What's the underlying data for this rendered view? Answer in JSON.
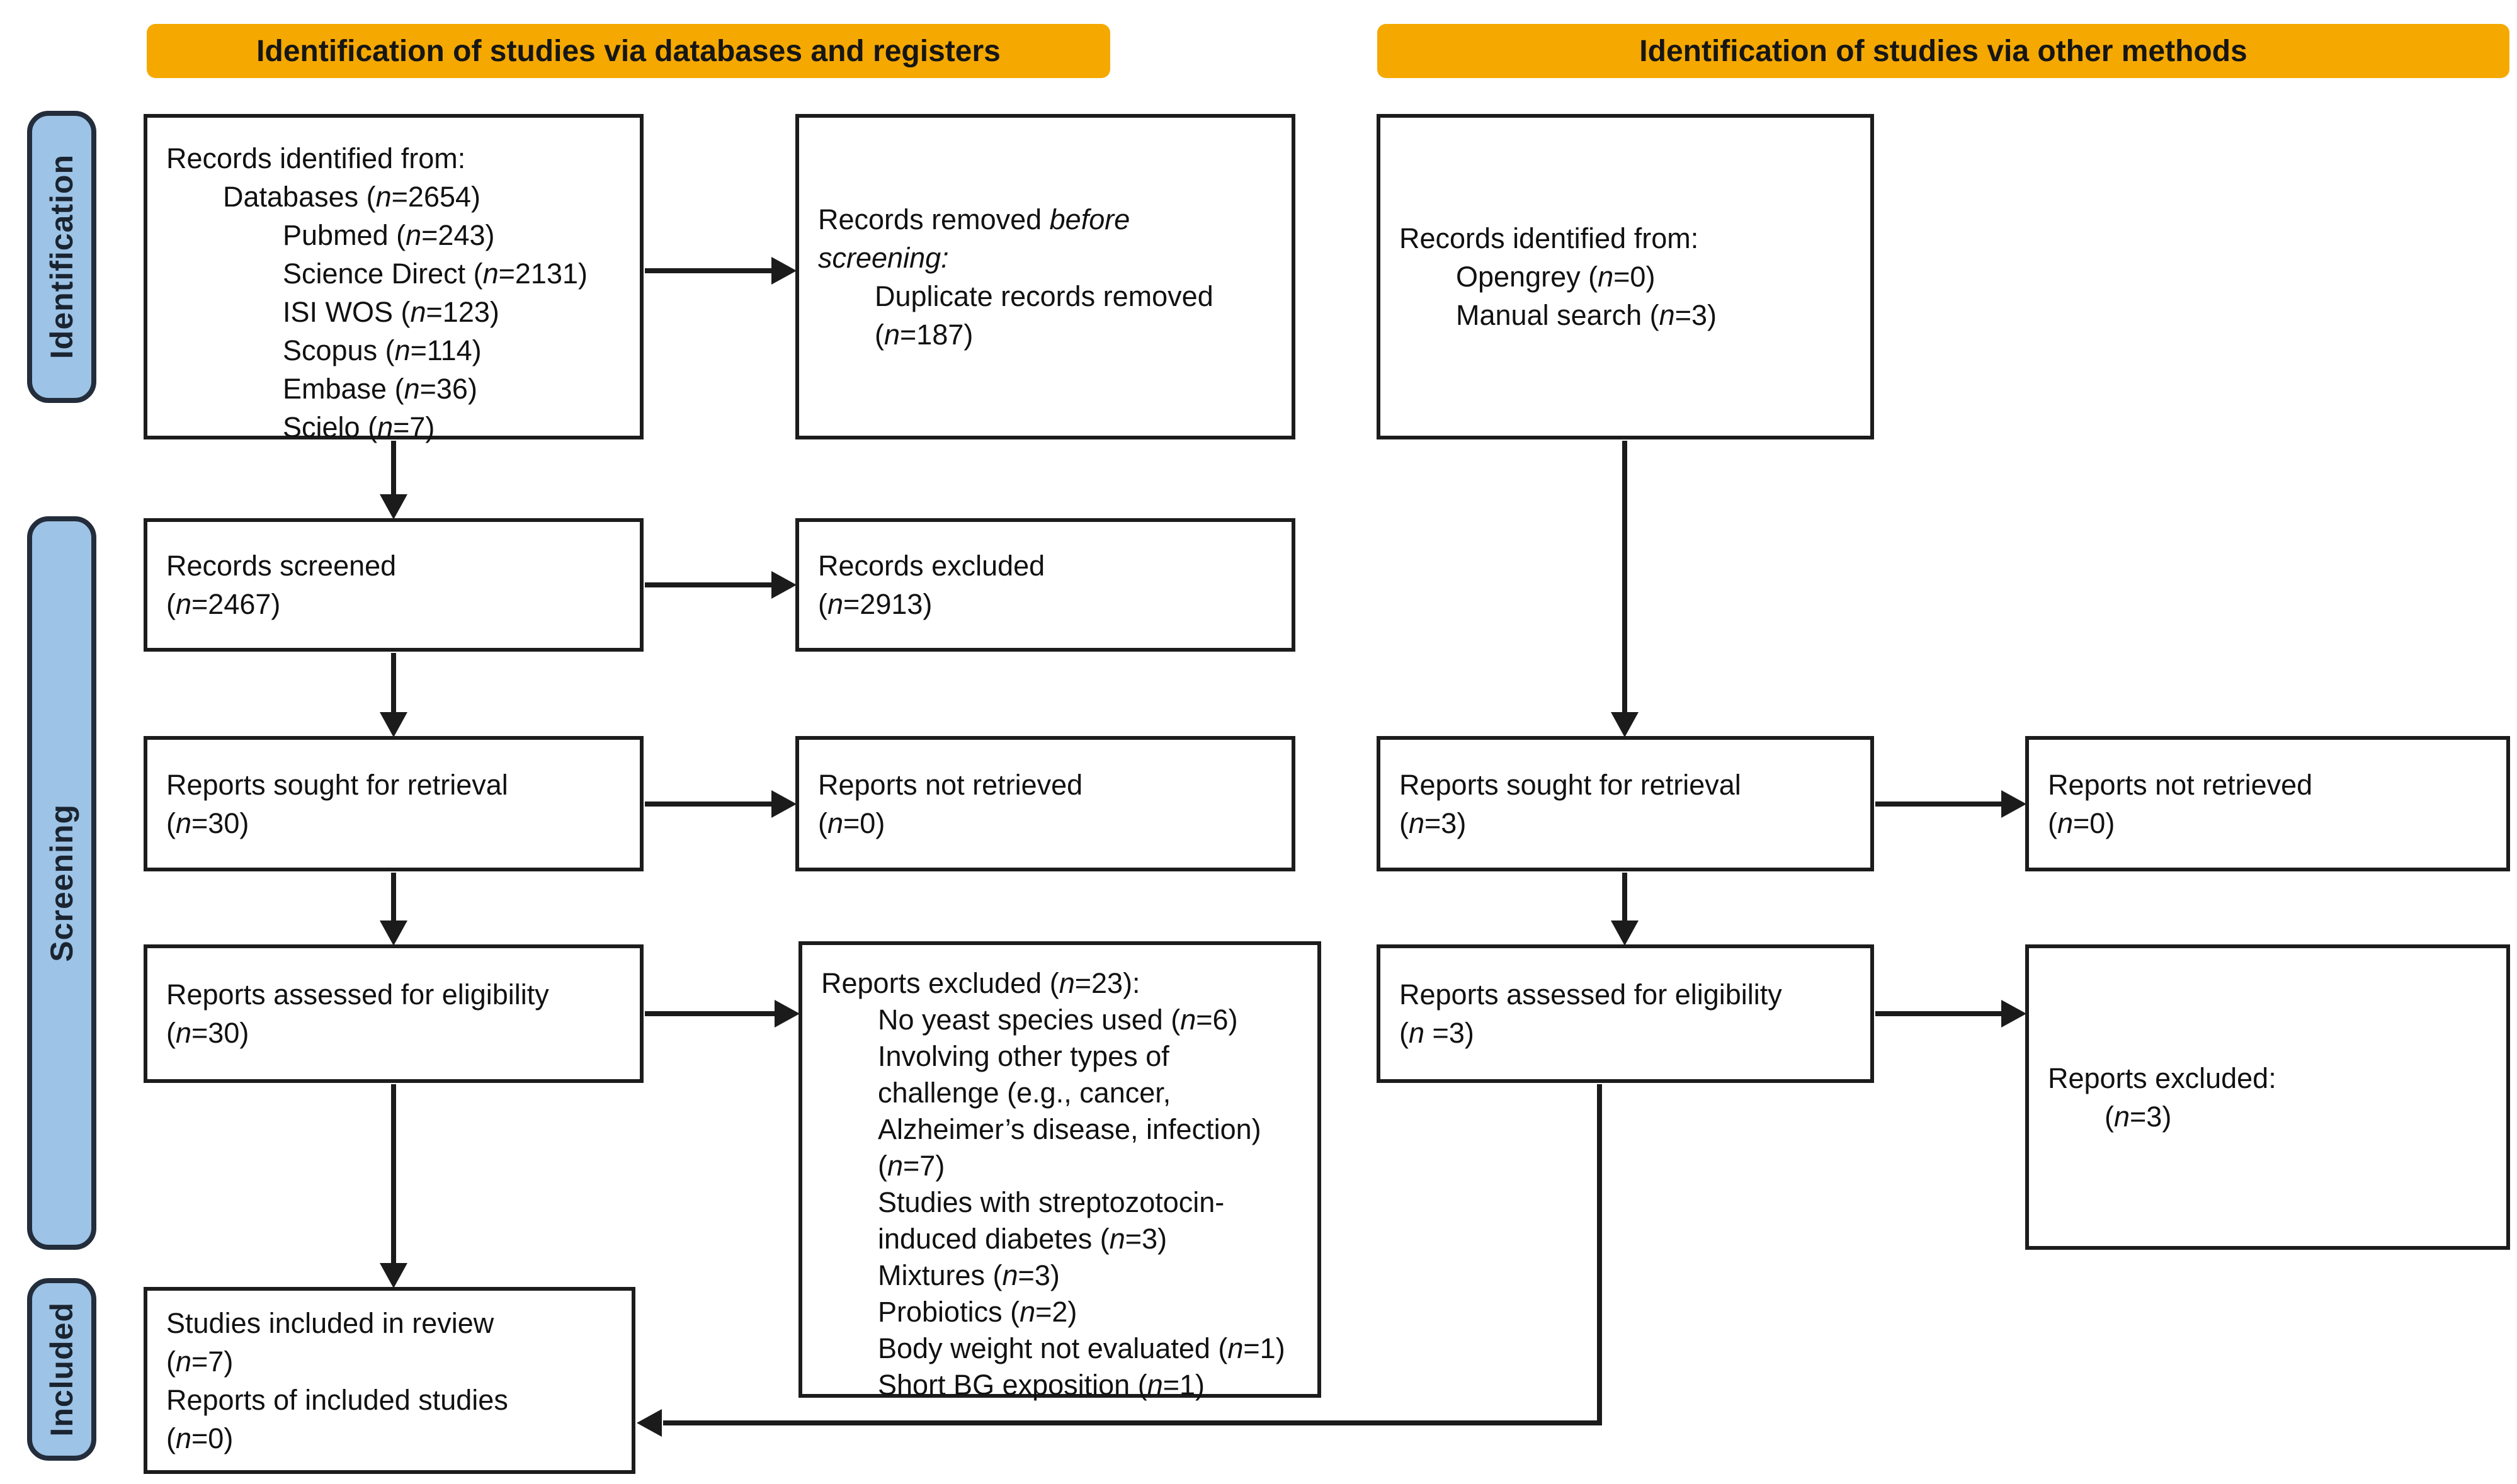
{
  "banners": {
    "left": "Identification of studies via databases and registers",
    "right": "Identification of studies via other methods"
  },
  "sidebar": {
    "identification": "Identification",
    "screening": "Screening",
    "included": "Included"
  },
  "colors": {
    "banner_fill": "#F5A800",
    "sidebar_fill": "#9DC3E6",
    "sidebar_border": "#232D3B",
    "box_border": "#1C1C1C",
    "arrow": "#1B1B1B"
  },
  "boxes": {
    "records_identified_db": {
      "lines": [
        [
          0,
          "Records identified from:"
        ],
        [
          1,
          "Databases (*n*=2654)"
        ],
        [
          2,
          "Pubmed (*n*=243)"
        ],
        [
          2,
          "Science Direct (*n*=2131)"
        ],
        [
          2,
          "ISI WOS (*n*=123)"
        ],
        [
          2,
          "Scopus (*n*=114)"
        ],
        [
          2,
          "Embase (*n*=36)"
        ],
        [
          2,
          "Scielo (*n*=7)"
        ]
      ]
    },
    "records_removed": {
      "lines": [
        [
          0,
          "Records removed *before*"
        ],
        [
          0,
          "*screening:*"
        ],
        [
          1,
          "Duplicate records removed"
        ],
        [
          1,
          "(*n*=187)"
        ]
      ]
    },
    "records_identified_other": {
      "lines": [
        [
          0,
          "Records identified from:"
        ],
        [
          1,
          "Opengrey (*n*=0)"
        ],
        [
          1,
          "Manual search (*n*=3)"
        ]
      ]
    },
    "records_screened": {
      "lines": [
        [
          0,
          "Records screened"
        ],
        [
          0,
          "(*n*=2467)"
        ]
      ]
    },
    "records_excluded": {
      "lines": [
        [
          0,
          "Records excluded"
        ],
        [
          0,
          "(*n*=2913)"
        ]
      ]
    },
    "reports_sought_db": {
      "lines": [
        [
          0,
          "Reports sought for retrieval"
        ],
        [
          0,
          "(*n*=30)"
        ]
      ]
    },
    "reports_not_retrieved_db": {
      "lines": [
        [
          0,
          "Reports not retrieved"
        ],
        [
          0,
          "(*n*=0)"
        ]
      ]
    },
    "reports_sought_other": {
      "lines": [
        [
          0,
          "Reports sought for retrieval"
        ],
        [
          0,
          "(*n*=3)"
        ]
      ]
    },
    "reports_not_retrieved_other": {
      "lines": [
        [
          0,
          "Reports not retrieved"
        ],
        [
          0,
          "(*n*=0)"
        ]
      ]
    },
    "reports_assessed_db": {
      "lines": [
        [
          0,
          "Reports assessed for eligibility"
        ],
        [
          0,
          "(*n*=30)"
        ]
      ]
    },
    "reports_excluded_list": {
      "lines": [
        [
          0,
          "Reports excluded (*n*=23):"
        ],
        [
          1,
          "No yeast species used (*n*=6)"
        ],
        [
          1,
          "Involving other types of"
        ],
        [
          1,
          "challenge (e.g., cancer,"
        ],
        [
          1,
          "Alzheimer’s disease, infection)"
        ],
        [
          1,
          "(*n*=7)"
        ],
        [
          1,
          "Studies with streptozotocin-"
        ],
        [
          1,
          "induced diabetes (*n*=3)"
        ],
        [
          1,
          "Mixtures (*n*=3)"
        ],
        [
          1,
          "Probiotics (*n*=2)"
        ],
        [
          1,
          "Body weight not evaluated (*n*=1)"
        ],
        [
          1,
          "Short BG exposition (*n*=1)"
        ]
      ]
    },
    "reports_assessed_other": {
      "lines": [
        [
          0,
          "Reports assessed for eligibility"
        ],
        [
          0,
          "(*n* =3)"
        ]
      ]
    },
    "reports_excluded_other": {
      "lines": [
        [
          0,
          "Reports excluded:"
        ],
        [
          1,
          "(*n*=3)"
        ]
      ]
    },
    "studies_included": {
      "lines": [
        [
          0,
          "Studies included in review"
        ],
        [
          0,
          "(*n*=7)"
        ],
        [
          0,
          "Reports of included studies"
        ],
        [
          0,
          "(*n*=0)"
        ]
      ]
    }
  }
}
